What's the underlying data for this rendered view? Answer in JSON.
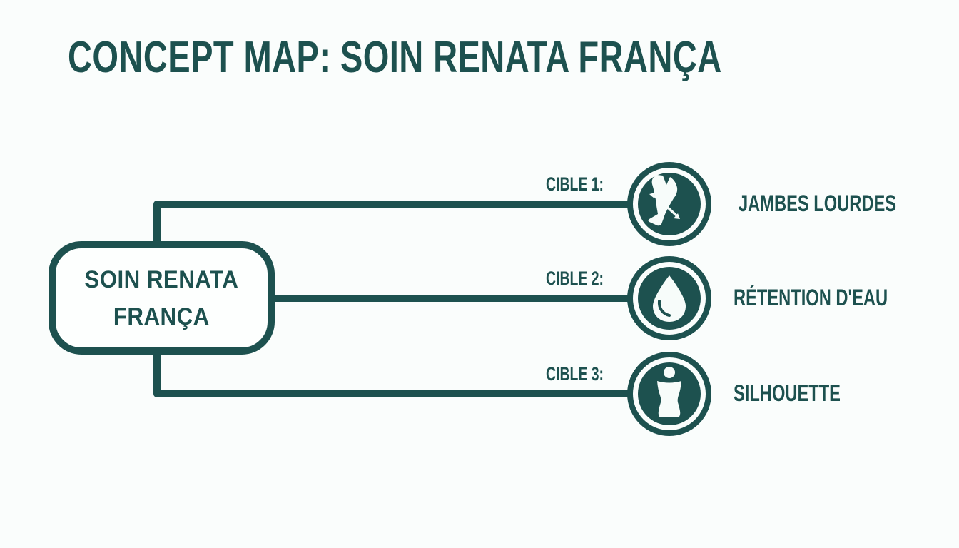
{
  "title": "CONCEPT MAP: SOIN RENATA FRANÇA",
  "root_node": {
    "lines": [
      "SOIN RENATA",
      "FRANÇA"
    ]
  },
  "branches": [
    {
      "label": "CIBLE 1:",
      "icon": "legs-icon",
      "target": "JAMBES LOURDES"
    },
    {
      "label": "CIBLE 2:",
      "icon": "water-drop-icon",
      "target": "RÉTENTION D'EAU"
    },
    {
      "label": "CIBLE 3:",
      "icon": "body-silhouette-icon",
      "target": "SILHOUETTE"
    }
  ],
  "colors": {
    "teal": "#1d514f",
    "background": "#fafdfc",
    "node_fill": "#fdfffe",
    "icon_fill": "#f7fcfa"
  }
}
